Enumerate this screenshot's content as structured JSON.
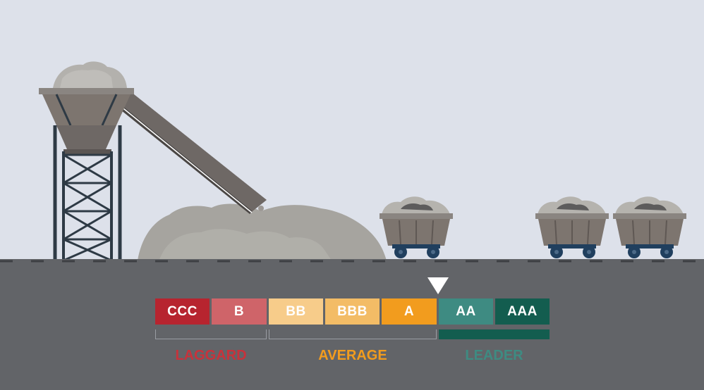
{
  "ratings": [
    {
      "label": "CCC",
      "color": "#b7242f"
    },
    {
      "label": "B",
      "color": "#cf6469"
    },
    {
      "label": "BB",
      "color": "#f7cc8a"
    },
    {
      "label": "BBB",
      "color": "#f3bc66"
    },
    {
      "label": "A",
      "color": "#f29c1e"
    },
    {
      "label": "AA",
      "color": "#3e8b82"
    },
    {
      "label": "AAA",
      "color": "#135d4f"
    }
  ],
  "current_rating": "AA",
  "groups": {
    "laggard": {
      "label": "LAGGARD",
      "color": "#c8323b"
    },
    "average": {
      "label": "AVERAGE",
      "color": "#f29c1e"
    },
    "leader": {
      "label": "LEADER",
      "color": "#3e8b82"
    }
  },
  "colors": {
    "sky": "#dde1ea",
    "ground": "#626468",
    "rubble": "#a6a49f",
    "structure": "#2e3a45",
    "cart_body": "#7d756f",
    "wheel": "#203f5e"
  }
}
